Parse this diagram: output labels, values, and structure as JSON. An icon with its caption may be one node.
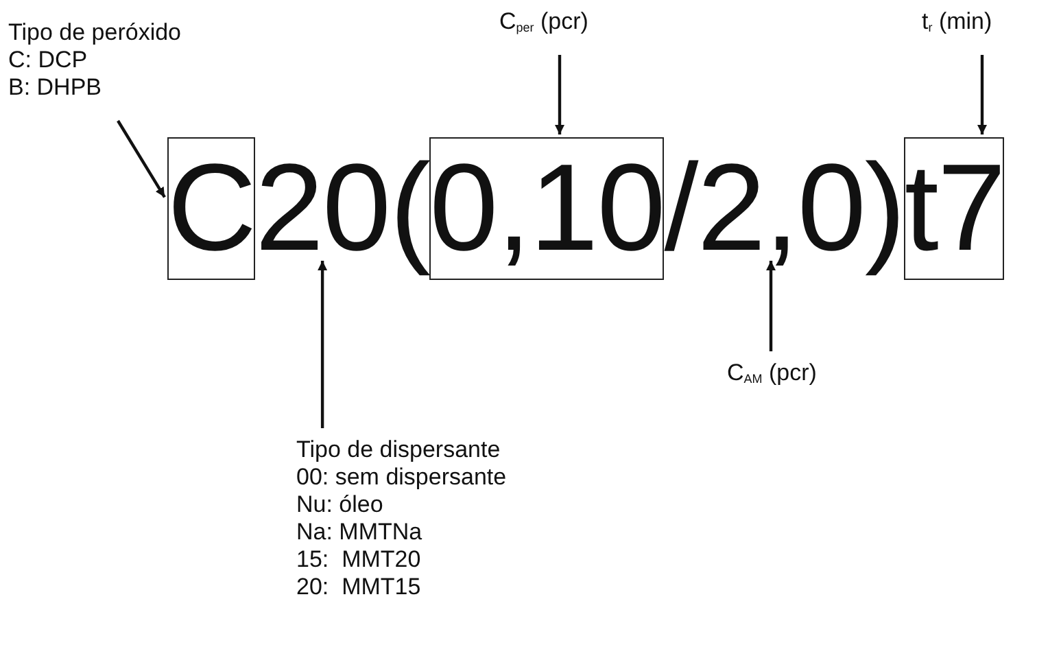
{
  "diagram": {
    "nodes": [
      {
        "text": [
          "Tipo de peróxido",
          "C: DCP",
          "B: DHPB"
        ]
      },
      {
        "text": [
          "C$_{per}$ (pcr)"
        ]
      },
      {
        "text": [
          "t$_{r}$ (min)"
        ]
      },
      {
        "text": [
          "C"
        ]
      },
      {
        "text": [
          "20"
        ]
      },
      {
        "text": [
          "0,10"
        ]
      },
      {
        "text": [
          "2,0"
        ]
      },
      {
        "text": [
          "t7"
        ]
      },
      {
        "text": [
          "C$_{AM}$ (pcr)"
        ]
      },
      {
        "text": [
          "Tipo de dispersante",
          "00: sem dispersante",
          "Nu: óleo",
          "Na: MMTNa",
          "15:  MMT20",
          "20:  MMT15"
        ]
      }
    ],
    "edges": [
      {
        "from": 0,
        "to": 3,
        "arrow": "to"
      },
      {
        "from": 1,
        "to": 5,
        "arrow": "to"
      },
      {
        "from": 2,
        "to": 7,
        "arrow": "to"
      },
      {
        "from": 8,
        "to": 6,
        "arrow": "to"
      },
      {
        "from": 9,
        "to": 4,
        "arrow": "to"
      }
    ],
    "labels": [
      "(",
      "/",
      ")"
    ]
  }
}
